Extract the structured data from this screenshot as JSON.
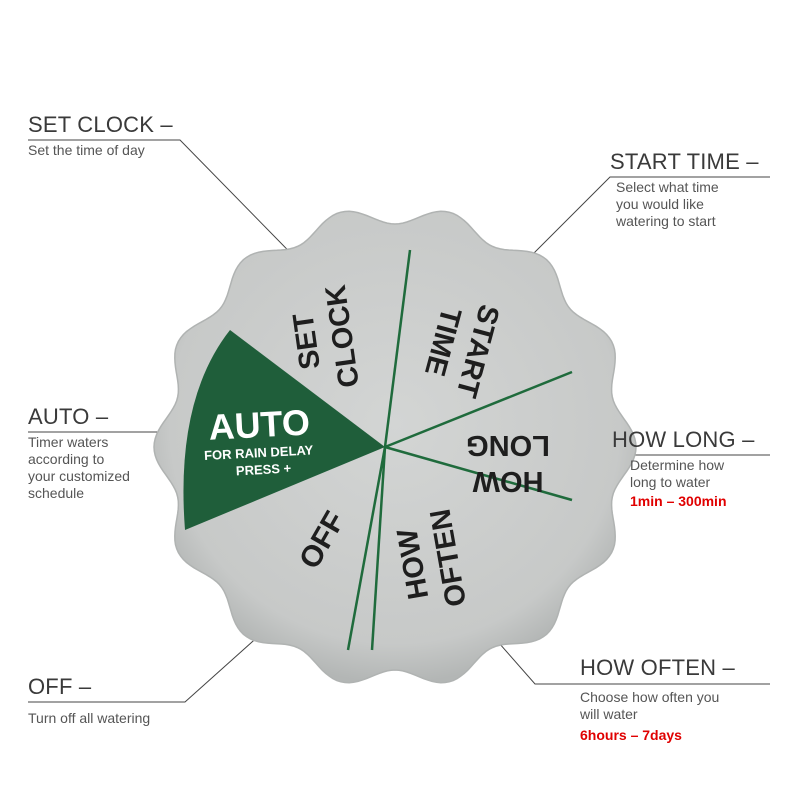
{
  "dial": {
    "colors": {
      "body": "#c9cbca",
      "body_edge": "#b0b3b2",
      "auto_segment": "#1f5e3a",
      "divider": "#1f6b3c",
      "label": "#1e1e1e",
      "auto_text": "#ffffff"
    },
    "segments": [
      {
        "key": "set_clock",
        "lines": [
          "SET",
          "CLOCK"
        ]
      },
      {
        "key": "start_time",
        "lines": [
          "START",
          "TIME"
        ]
      },
      {
        "key": "how_long",
        "lines": [
          "HOW",
          "LONG"
        ]
      },
      {
        "key": "how_often",
        "lines": [
          "HOW",
          "OFTEN"
        ]
      },
      {
        "key": "off",
        "lines": [
          "OFF"
        ]
      }
    ],
    "auto": {
      "title": "AUTO",
      "sub1": "FOR RAIN DELAY",
      "sub2": "PRESS +"
    }
  },
  "callouts": {
    "set_clock": {
      "head": "SET CLOCK –",
      "desc": [
        "Set the time of day"
      ]
    },
    "start_time": {
      "head": "START TIME –",
      "desc": [
        "Select what time",
        "you would like",
        "watering to start"
      ]
    },
    "auto": {
      "head": "AUTO –",
      "desc": [
        "Timer waters",
        "according to",
        "your customized",
        "schedule"
      ]
    },
    "how_long": {
      "head": "HOW LONG –",
      "desc": [
        "Determine how",
        "long to water"
      ],
      "range": "1min – 300min"
    },
    "off": {
      "head": "OFF –",
      "desc": [
        "Turn off all watering"
      ]
    },
    "how_often": {
      "head": "HOW OFTEN –",
      "desc": [
        "Choose how often you",
        "will water"
      ],
      "range": "6hours – 7days"
    }
  }
}
